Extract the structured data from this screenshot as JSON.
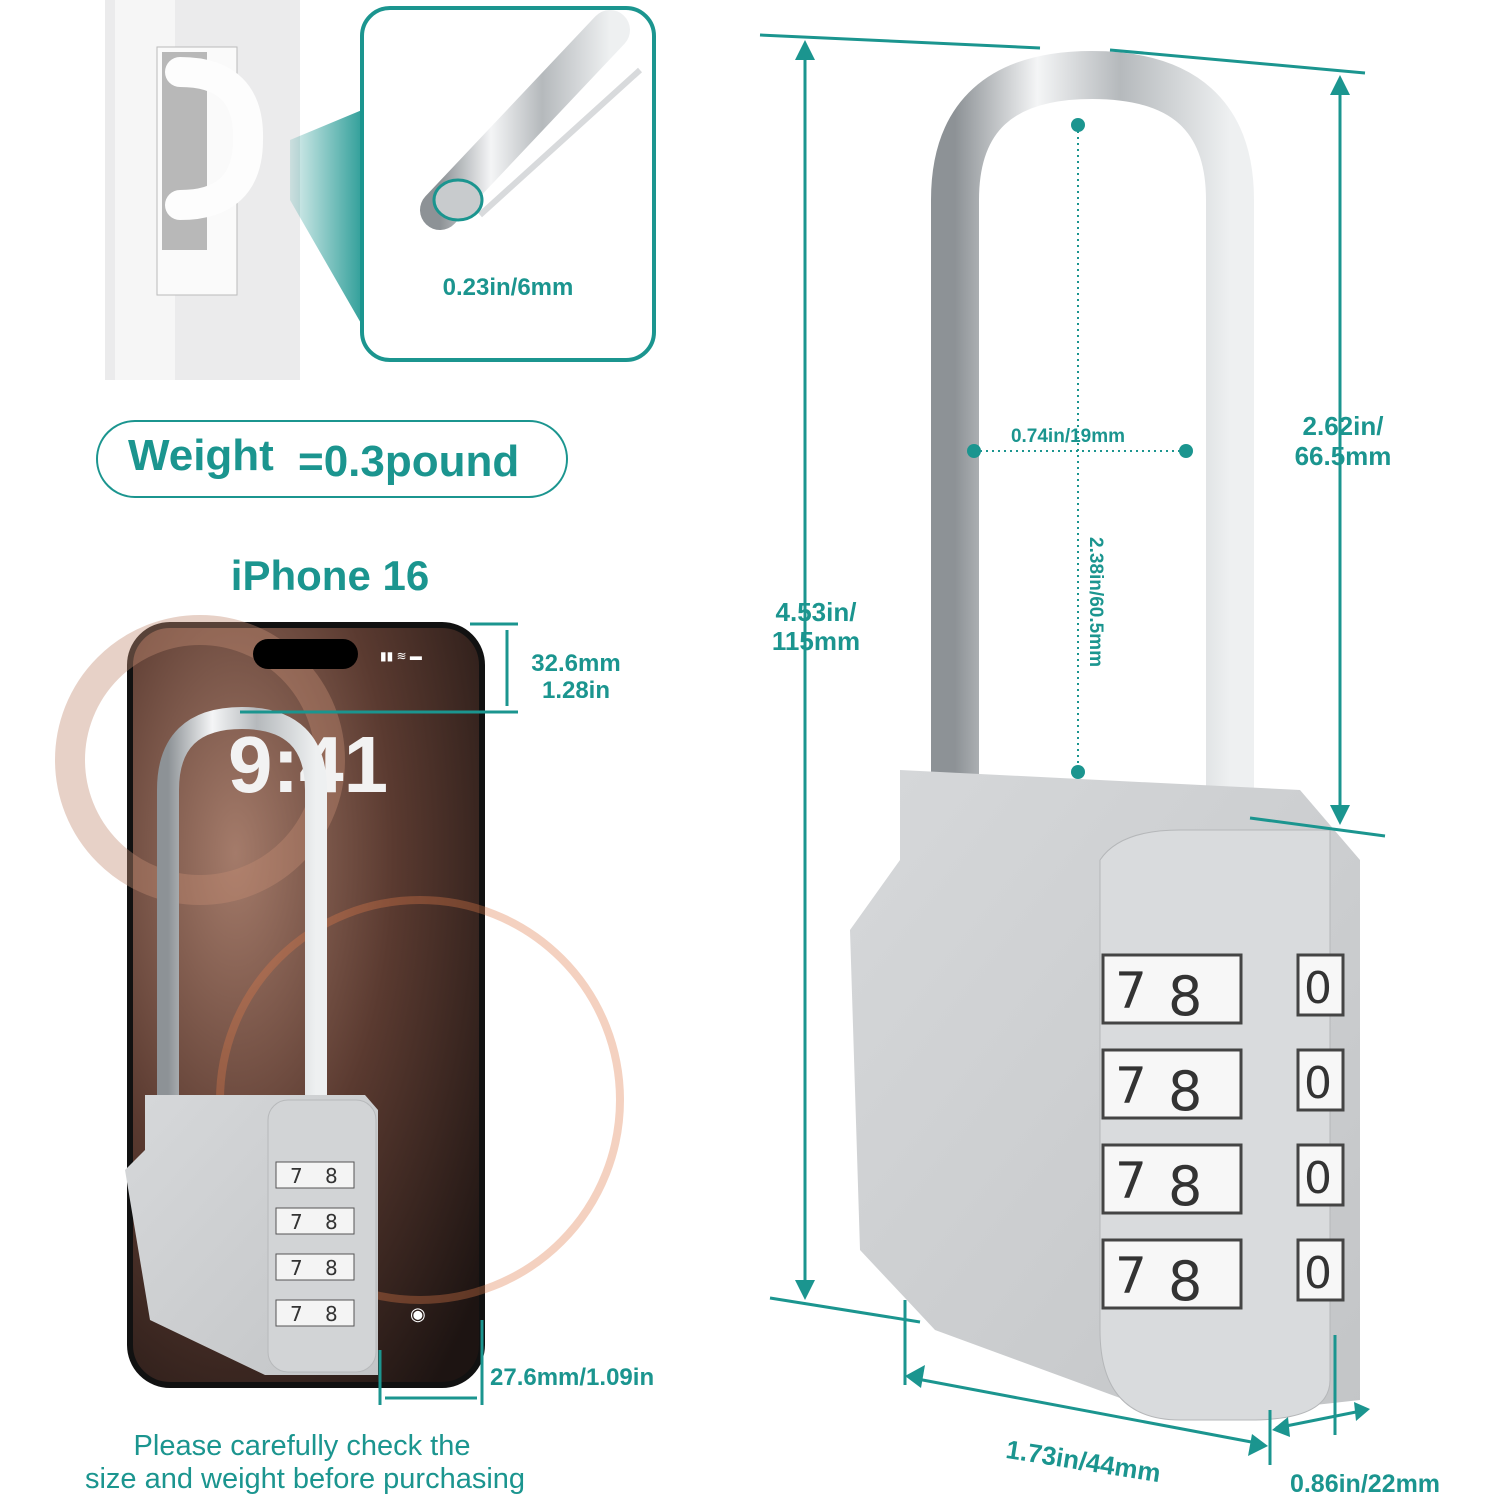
{
  "colors": {
    "accent": "#1b958f",
    "metal": "#c9cbcd"
  },
  "callout": {
    "shackle_diameter": "0.23in/6mm"
  },
  "weight": {
    "label": "Weight",
    "value": "=0.3pound"
  },
  "phone": {
    "title": "iPhone 16",
    "clock": "9:41",
    "top_gap_mm": "32.6mm",
    "top_gap_in": "1.28in",
    "side_gap": "27.6mm/1.09in"
  },
  "note": {
    "line1": "Please carefully check the",
    "line2": "size and weight before purchasing"
  },
  "padlock": {
    "total_height_in": "4.53in/",
    "total_height_mm": "115mm",
    "shackle_height_in": "2.62in/",
    "shackle_height_mm": "66.5mm",
    "shackle_inner_width": "0.74in/19mm",
    "shackle_clearance": "2.38in/60.5mm",
    "body_width": "1.73in/44mm",
    "body_depth": "0.86in/22mm",
    "dials": [
      [
        "7",
        "8",
        "0"
      ],
      [
        "7",
        "8",
        "0"
      ],
      [
        "7",
        "8",
        "0"
      ],
      [
        "7",
        "8",
        "0"
      ]
    ]
  }
}
